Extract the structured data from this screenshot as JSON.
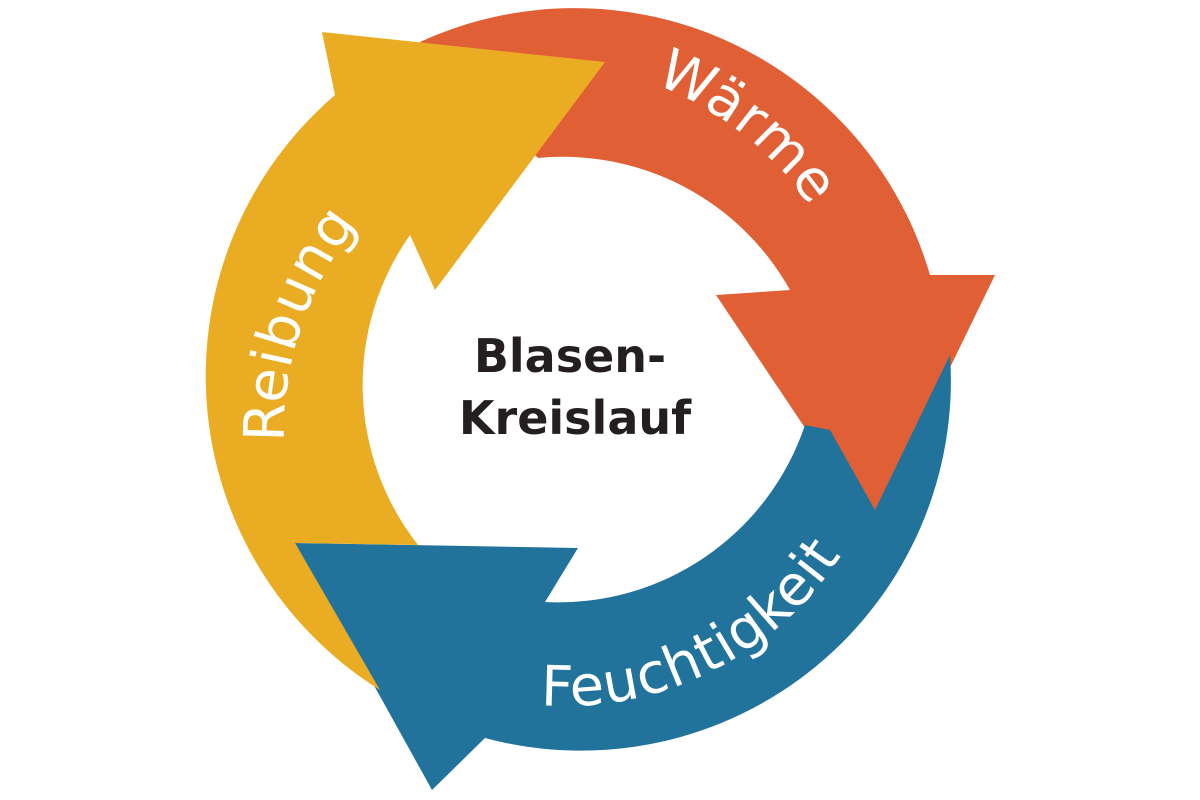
{
  "diagram": {
    "center": {
      "line1": "Blasen-",
      "line2": "Kreislauf"
    },
    "segments": [
      {
        "id": "waerme",
        "label": "Wärme",
        "color": "#e05f35"
      },
      {
        "id": "feuchtigkeit",
        "label": "Feuchtigkeit",
        "color": "#22739c"
      },
      {
        "id": "reibung",
        "label": "Reibung",
        "color": "#eaac22"
      }
    ]
  }
}
